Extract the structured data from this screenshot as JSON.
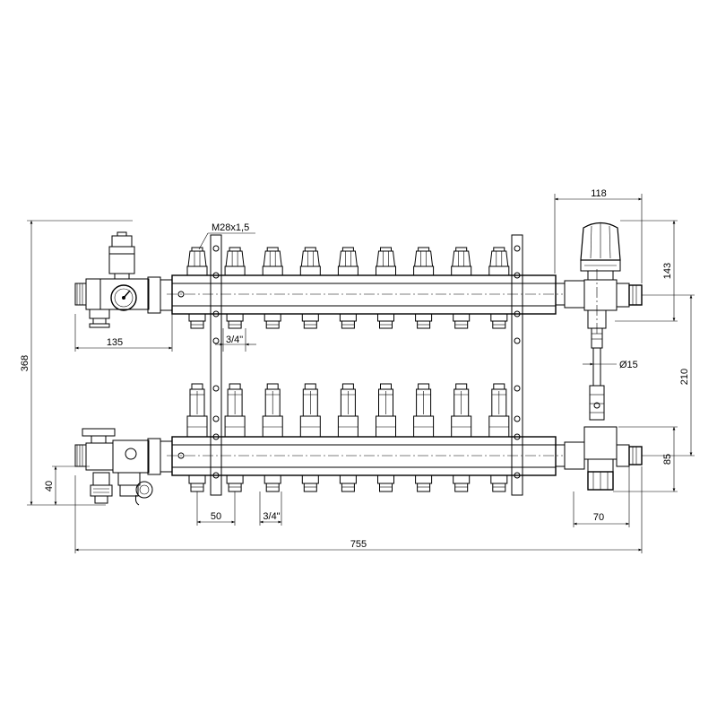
{
  "dimensions": {
    "thread": "M28x1,5",
    "d_135": "135",
    "d_34_top": "3/4\"",
    "d_368": "368",
    "d_40": "40",
    "d_50": "50",
    "d_34_bottom": "3/4\"",
    "d_755": "755",
    "d_118": "118",
    "d_143": "143",
    "d_phi15": "Ø15",
    "d_210": "210",
    "d_85": "85",
    "d_70": "70"
  },
  "circuits": 9,
  "colors": {
    "line": "#000000",
    "paper": "#ffffff",
    "gauge_needle": "#000000"
  }
}
